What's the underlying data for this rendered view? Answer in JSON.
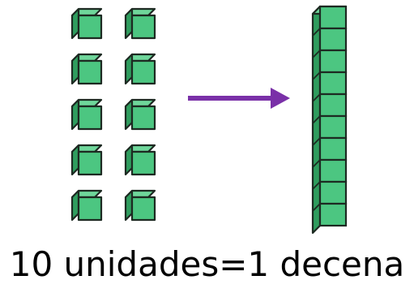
{
  "caption": "10 unidades=1 decena",
  "units": {
    "count": 10,
    "arrangement": "2 columns x 5 rows"
  },
  "rod": {
    "segments": 10
  },
  "arrow": {
    "direction": "right"
  },
  "colors": {
    "cube_front": "#4cc681",
    "cube_top": "#6fd79b",
    "cube_side": "#2f9d5e",
    "outline": "#1d2a22",
    "arrow": "#7a30a8",
    "text": "#000000"
  }
}
